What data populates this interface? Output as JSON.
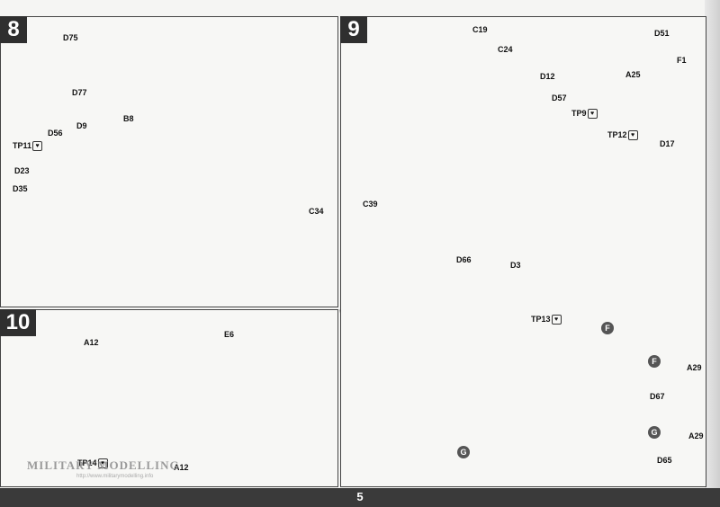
{
  "page_number": "5",
  "steps": {
    "s8": {
      "number": "8"
    },
    "s9": {
      "number": "9"
    },
    "s10": {
      "number": "10"
    }
  },
  "labels8": {
    "d75": "D75",
    "d77": "D77",
    "b8": "B8",
    "d9": "D9",
    "d56": "D56",
    "tp11": "TP11",
    "d23": "D23",
    "d35": "D35",
    "c34": "C34"
  },
  "labels9": {
    "c19": "C19",
    "c24": "C24",
    "d12": "D12",
    "d57": "D57",
    "tp9": "TP9",
    "tp12": "TP12",
    "d17": "D17",
    "c39": "C39",
    "d66": "D66",
    "d51": "D51",
    "f1": "F1",
    "a25": "A25",
    "d3": "D3",
    "tp13": "TP13",
    "a29a": "A29",
    "d67": "D67",
    "a29b": "A29",
    "d65": "D65",
    "f_tag": "F",
    "g_tag": "G",
    "f_tag2": "F",
    "g_tag2": "G"
  },
  "labels10": {
    "a12a": "A12",
    "e6": "E6",
    "tp14": "TP14",
    "a12b": "A12"
  },
  "heart_glyph": "♥",
  "watermark": {
    "title": "MILITARY MODELLING",
    "url": "http://www.militarymodelling.info"
  }
}
